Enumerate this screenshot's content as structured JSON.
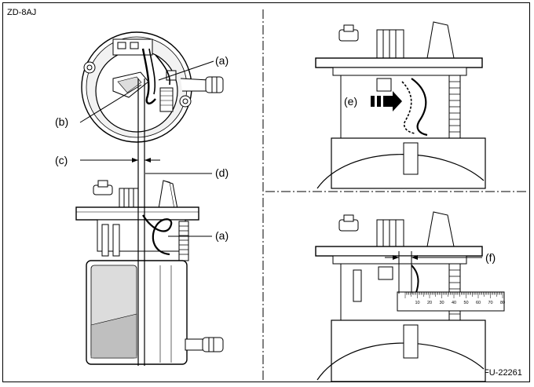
{
  "header": {
    "code": "ZD-8AJ"
  },
  "footer": {
    "figure_id": "FU-22261"
  },
  "callouts": {
    "a_top": "(a)",
    "b": "(b)",
    "c": "(c)",
    "d": "(d)",
    "a_bottom": "(a)",
    "e": "(e)",
    "f": "(f)"
  },
  "ruler": {
    "ticks": [
      "10",
      "20",
      "30",
      "40",
      "50",
      "60",
      "70",
      "80"
    ]
  }
}
